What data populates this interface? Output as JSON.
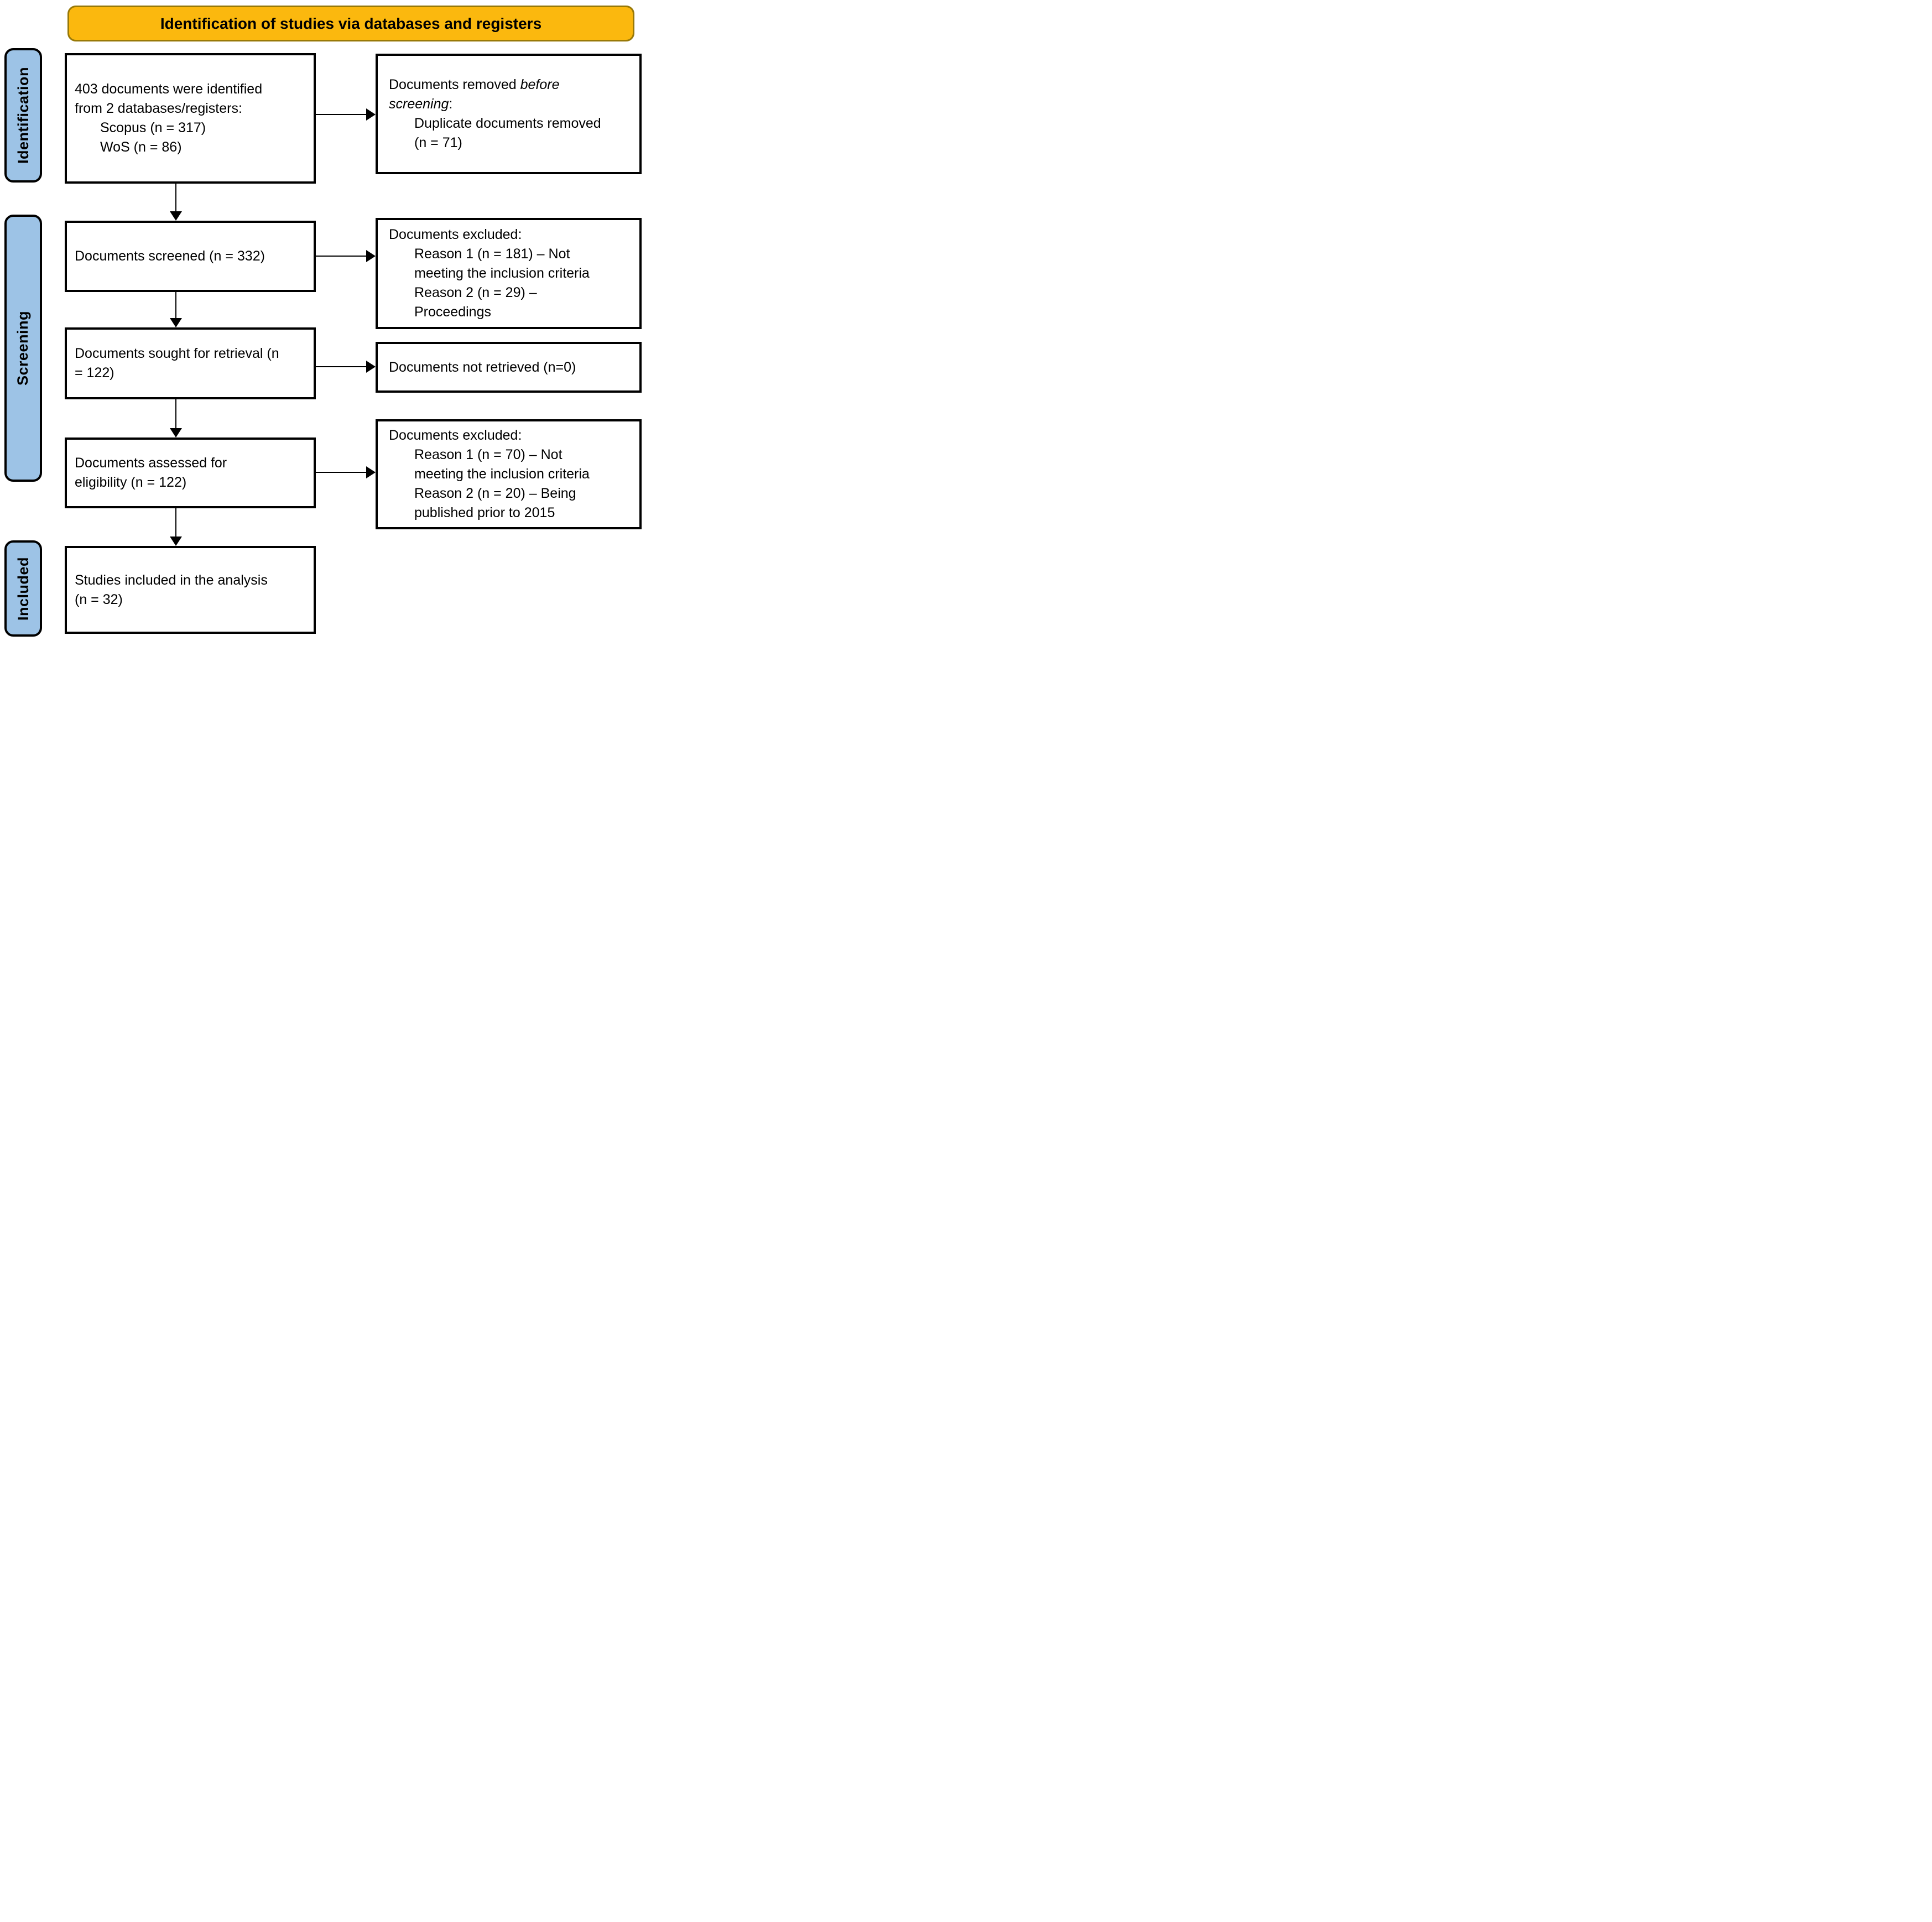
{
  "colors": {
    "header_bg": "#FBB80E",
    "header_border": "#987908",
    "stage_bg": "#9DC3E6",
    "box_border": "#000000",
    "box_bg": "#FFFFFF",
    "text": "#000000"
  },
  "header": {
    "title": "Identification of studies via databases and registers"
  },
  "stages": {
    "identification": "Identification",
    "screening": "Screening",
    "included": "Included"
  },
  "main_flow": {
    "identified": {
      "lines": [
        "403 documents were identified",
        "from 2 databases/registers:"
      ],
      "sources": [
        "Scopus (n = 317)",
        "WoS (n = 86)"
      ]
    },
    "screened": {
      "lines": [
        "Documents screened (n = 332)"
      ]
    },
    "sought": {
      "lines": [
        "Documents sought for retrieval (n",
        "= 122)"
      ]
    },
    "assessed": {
      "lines": [
        "Documents assessed for",
        "eligibility (n = 122)"
      ]
    },
    "included": {
      "lines": [
        "Studies included in the analysis",
        "(n = 32)"
      ]
    }
  },
  "side_flow": {
    "removed_before_screening": {
      "line1_normal": "Documents removed ",
      "line1_italic": "before",
      "line2_italic": "screening",
      "line2_normal": ":",
      "details": [
        "Duplicate documents removed",
        "(n = 71)"
      ]
    },
    "excluded_screening": {
      "title": "Documents excluded:",
      "details": [
        "Reason 1 (n = 181) – Not",
        "meeting the inclusion criteria",
        "Reason 2 (n = 29) –",
        "Proceedings"
      ]
    },
    "not_retrieved": {
      "lines": [
        "Documents not retrieved (n=0)"
      ]
    },
    "excluded_eligibility": {
      "title": "Documents excluded:",
      "details": [
        "Reason 1 (n = 70) – Not",
        "meeting the inclusion criteria",
        "Reason 2 (n = 20) – Being",
        "published prior to 2015"
      ]
    }
  }
}
